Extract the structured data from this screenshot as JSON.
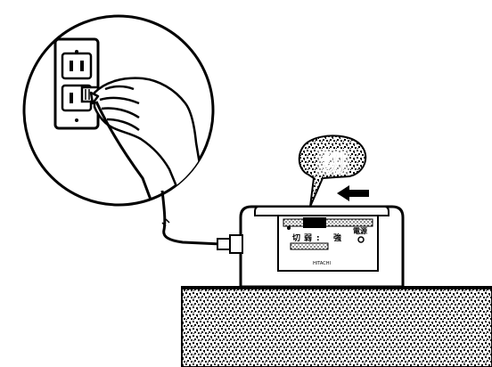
{
  "illustration": {
    "bubble_text": "切",
    "panel": {
      "label_off": "切",
      "label_low": "弱",
      "label_high": "強",
      "label_power": "電源",
      "brand": "HITACHI"
    }
  },
  "colors": {
    "ink": "#000000",
    "paper": "#ffffff",
    "table_texture": "#8a8a8a"
  },
  "icons": [
    "wall-outlet-icon",
    "hand-icon",
    "power-plug-icon",
    "arrow-left-icon",
    "power-led-icon"
  ]
}
